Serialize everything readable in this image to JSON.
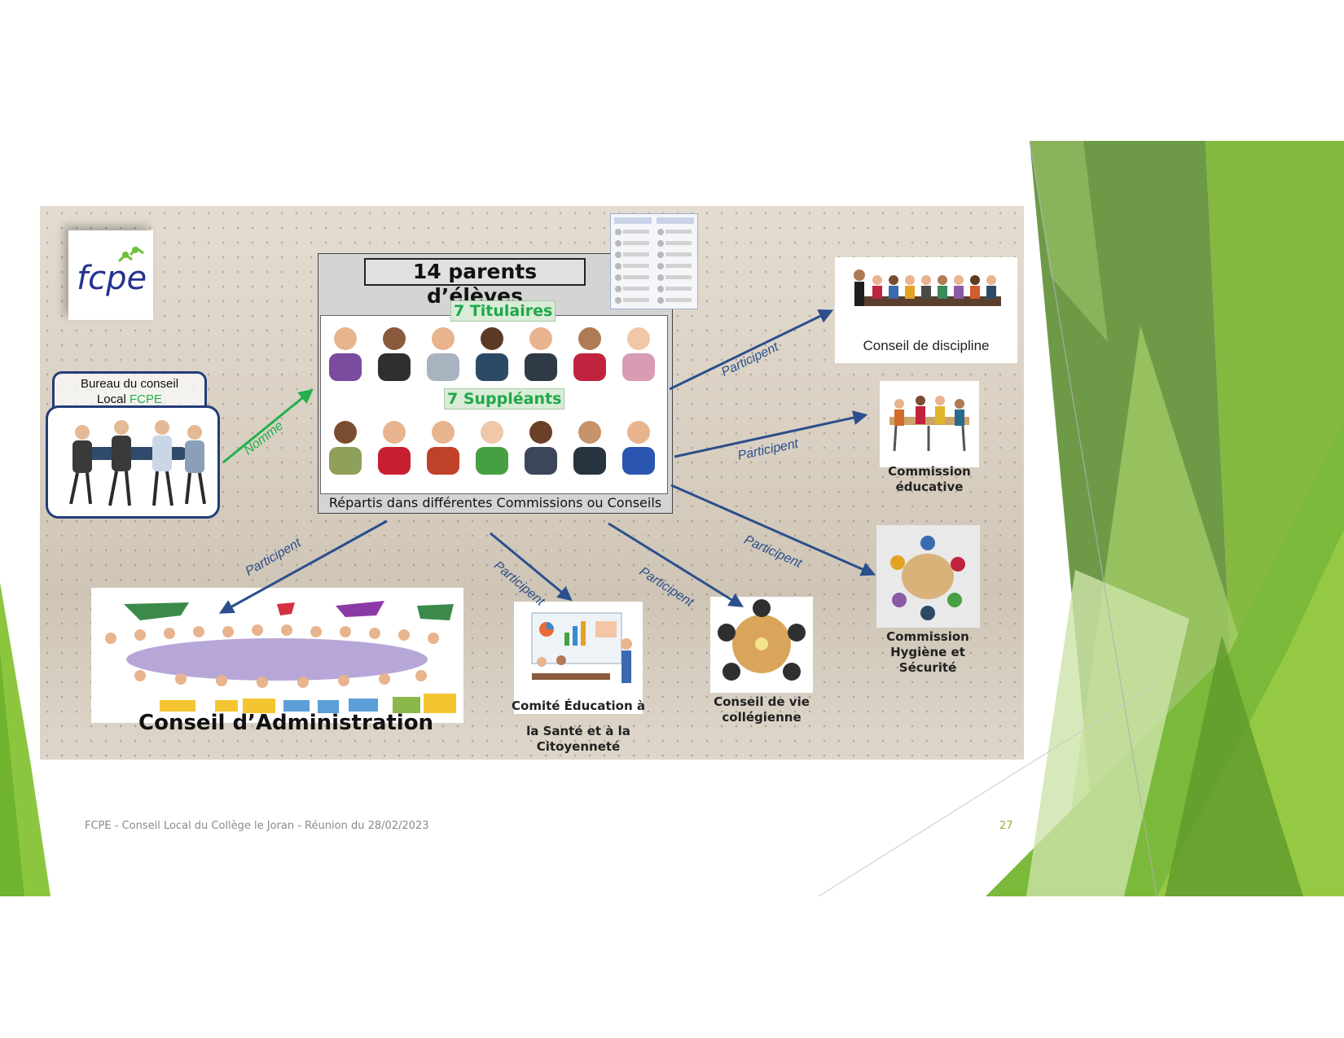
{
  "diagram": {
    "central_title": "14 parents d’élèves",
    "titulaires_label": "7 Titulaires",
    "suppleants_label": "7 Suppléants",
    "central_footer": "Répartis dans différentes Commissions ou Conseils",
    "bureau_label_line1": "Bureau du conseil",
    "bureau_label_prefix": "Local ",
    "bureau_label_brand": "FCPE",
    "nomme_label": "Nomme",
    "participe_label": "Participent",
    "conseil_admin": "Conseil d’Administration",
    "conseil_discipline": "Conseil de discipline",
    "commission_educative": "Commission éducative",
    "commission_hygiene": "Commission Hygiène et Sécurité",
    "conseil_vie": "Conseil de vie collégienne",
    "comite_sante_line1": "Comité Éducation à",
    "comite_sante_line2": "la Santé et à la Citoyenneté"
  },
  "logo_text": "fcpe",
  "footer": {
    "text": "FCPE - Conseil Local du Collège le Joran - Réunion du 28/02/2023",
    "page_number": "27"
  },
  "colors": {
    "brand_green": "#1fb24a",
    "arrow_blue": "#2c4f8c",
    "arrow_green": "#22b14c",
    "accent_lime": "#8cc63f"
  }
}
